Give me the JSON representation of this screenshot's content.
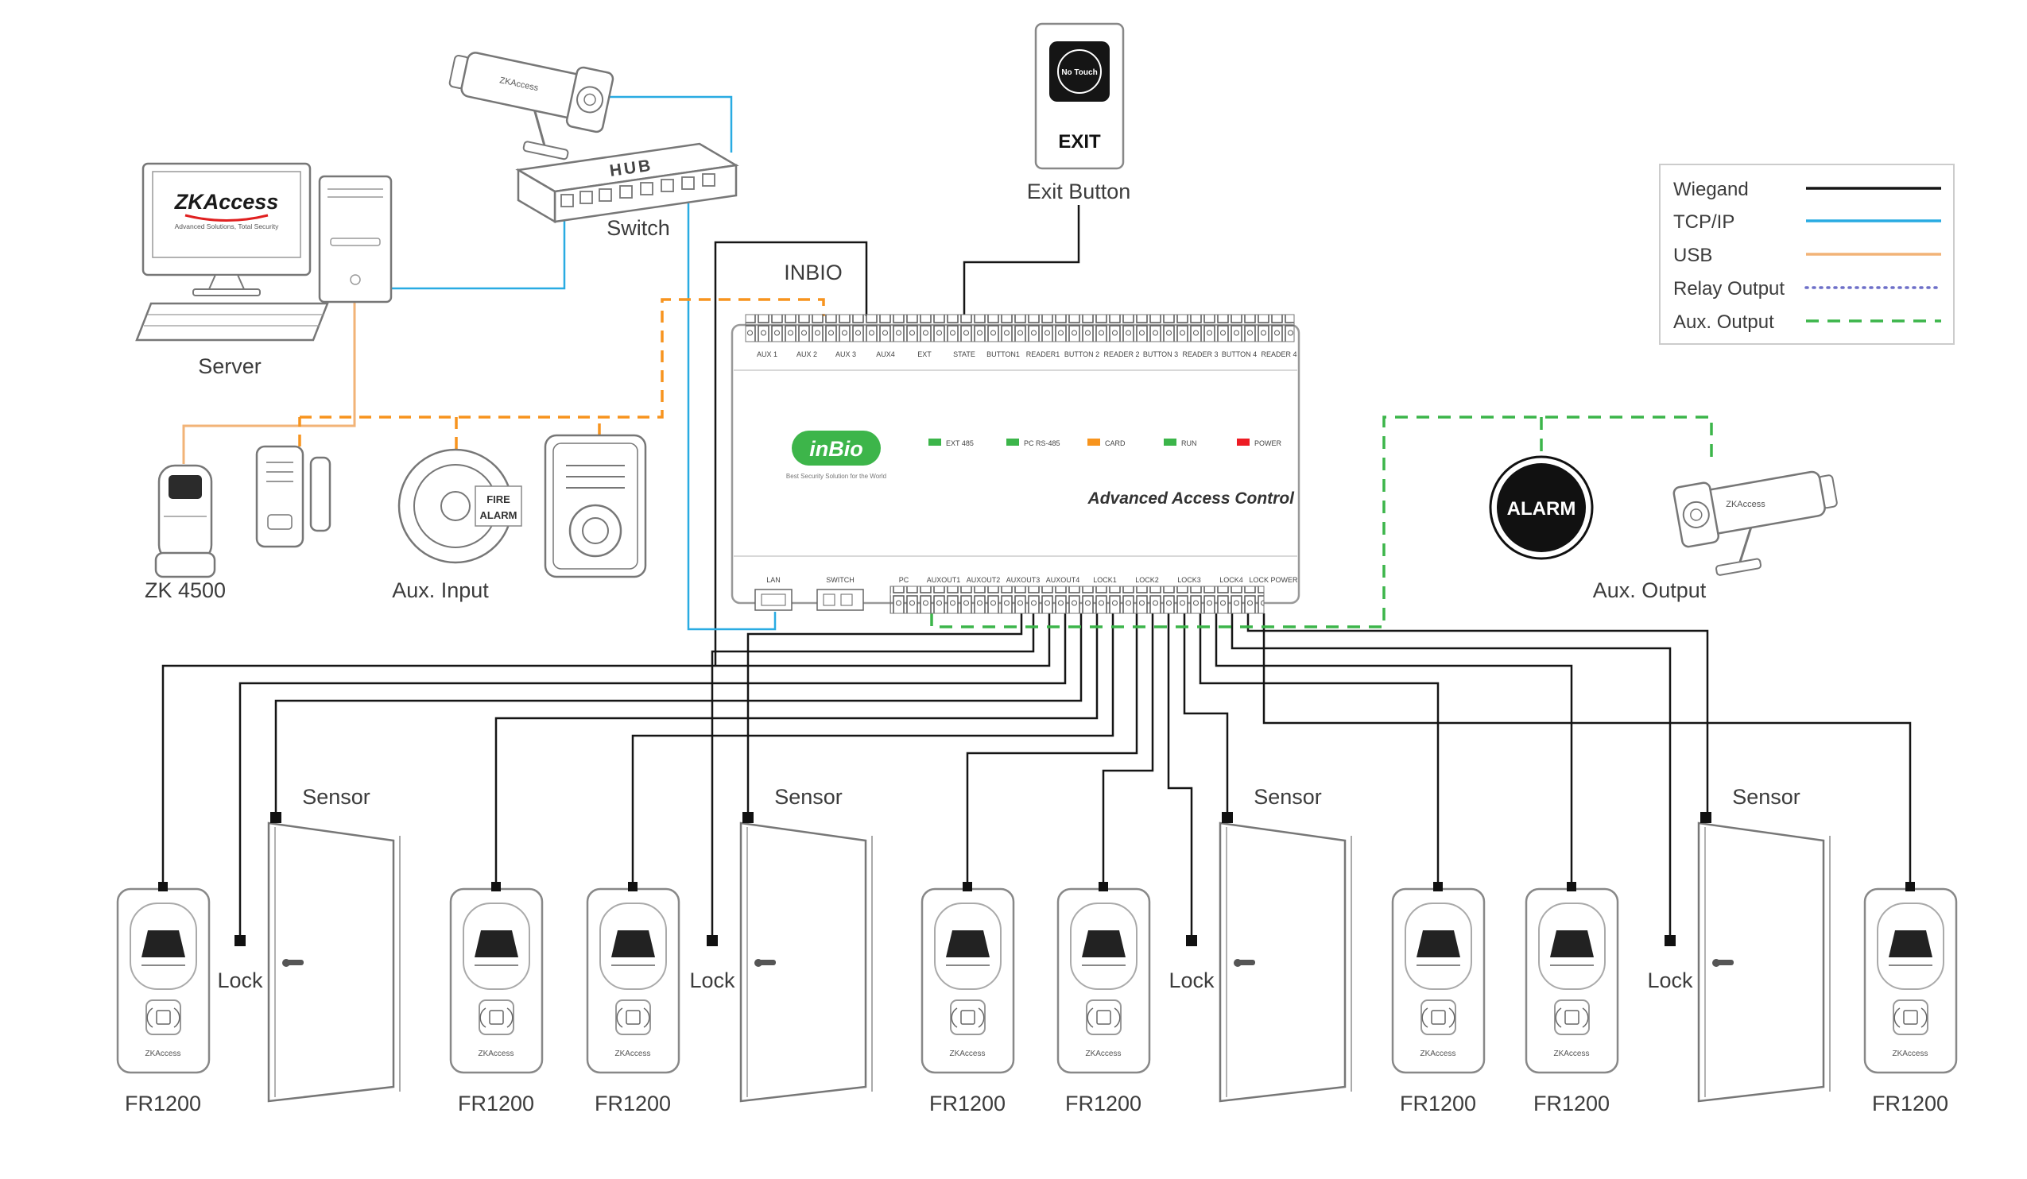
{
  "colors": {
    "wiegand": "#151515",
    "tcpip": "#29abe2",
    "usb": "#f2b377",
    "relay": "#6d6fc8",
    "aux_output": "#3cb54a",
    "aux_input": "#f7941e"
  },
  "legend": {
    "items": [
      {
        "label": "Wiegand",
        "color": "#151515",
        "style": "solid"
      },
      {
        "label": "TCP/IP",
        "color": "#29abe2",
        "style": "solid"
      },
      {
        "label": "USB",
        "color": "#f2b377",
        "style": "solid"
      },
      {
        "label": "Relay Output",
        "color": "#6d6fc8",
        "style": "dotted"
      },
      {
        "label": "Aux. Output",
        "color": "#3cb54a",
        "style": "dashed"
      }
    ]
  },
  "labels": {
    "server": "Server",
    "switch": "Switch",
    "hub": "HUB",
    "exit_button": "Exit Button",
    "exit": "EXIT",
    "no_touch": "No Touch",
    "inbio": "INBIO",
    "zk4500": "ZK 4500",
    "aux_input": "Aux. Input",
    "aux_output": "Aux.  Output",
    "alarm": "ALARM"
  },
  "fire_alarm_box": {
    "line1": "FIRE",
    "line2": "ALARM"
  },
  "brand": {
    "name": "ZKAccess",
    "tagline": "Advanced Solutions, Total Security"
  },
  "panel": {
    "title": "INBIO",
    "logo": "inBio",
    "logo_tagline": "Best Security Solution for the World",
    "caption": "Advanced Access Control",
    "leds": [
      {
        "label": "EXT 485",
        "color": "#3cb54a"
      },
      {
        "label": "PC RS-485",
        "color": "#3cb54a"
      },
      {
        "label": "CARD",
        "color": "#f7941d"
      },
      {
        "label": "RUN",
        "color": "#3cb54a"
      },
      {
        "label": "POWER",
        "color": "#ed1c24"
      }
    ],
    "top_terminals": [
      "AUX 1",
      "AUX 2",
      "AUX 3",
      "AUX4",
      "EXT",
      "STATE",
      "BUTTON1",
      "READER1",
      "BUTTON 2",
      "READER 2",
      "BUTTON 3",
      "READER 3",
      "BUTTON 4",
      "READER 4"
    ],
    "bottom_terminals": [
      "LAN",
      "SWITCH",
      "PC",
      "AUXOUT1",
      "AUXOUT2",
      "AUXOUT3",
      "AUXOUT4",
      "LOCK1",
      "LOCK2",
      "LOCK3",
      "LOCK4",
      "LOCK POWER"
    ]
  },
  "readers": [
    {
      "label": "FR1200"
    },
    {
      "label": "FR1200"
    },
    {
      "label": "FR1200"
    },
    {
      "label": "FR1200"
    },
    {
      "label": "FR1200"
    },
    {
      "label": "FR1200"
    },
    {
      "label": "FR1200"
    },
    {
      "label": "FR1200"
    }
  ],
  "doors": [
    {
      "sensor": "Sensor",
      "lock": "Lock"
    },
    {
      "sensor": "Sensor",
      "lock": "Lock"
    },
    {
      "sensor": "Sensor",
      "lock": "Lock"
    },
    {
      "sensor": "Sensor",
      "lock": "Lock"
    }
  ]
}
